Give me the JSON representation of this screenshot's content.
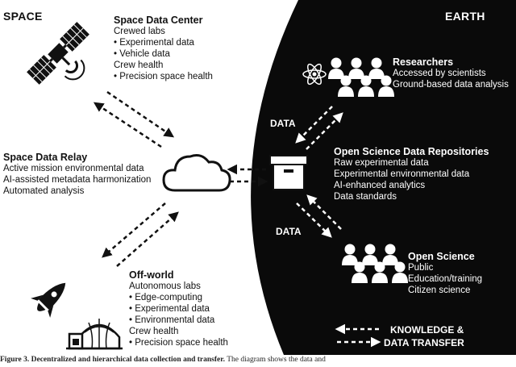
{
  "headers": {
    "space": "SPACE",
    "earth": "EARTH"
  },
  "space_data_center": {
    "title": "Space Data Center",
    "lines": [
      "Crewed labs",
      "Experimental data",
      "Vehicle data",
      "Crew health",
      "Precision space health"
    ],
    "bullets": [
      false,
      true,
      true,
      false,
      true
    ]
  },
  "space_data_relay": {
    "title": "Space Data Relay",
    "lines": [
      "Active mission environmental data",
      "AI-assisted metadata harmonization",
      "Automated analysis"
    ]
  },
  "off_world": {
    "title": "Off-world",
    "lines": [
      "Autonomous labs",
      "Edge-computing",
      "Experimental data",
      "Environmental data",
      "Crew health",
      "Precision space health"
    ],
    "bullets": [
      false,
      true,
      true,
      true,
      false,
      true
    ]
  },
  "researchers": {
    "title": "Researchers",
    "lines": [
      "Accessed by scientists",
      "Ground-based data analysis"
    ]
  },
  "repositories": {
    "title": "Open Science Data Repositories",
    "lines": [
      "Raw experimental data",
      "Experimental environmental data",
      "AI-enhanced analytics",
      "Data standards"
    ]
  },
  "open_science": {
    "title": "Open Science",
    "lines": [
      "Public",
      "Education/training",
      "Citizen science"
    ]
  },
  "data_labels": [
    "DATA",
    "DATA"
  ],
  "legend": {
    "line1": "KNOWLEDGE &",
    "line2": "DATA TRANSFER"
  },
  "caption": {
    "bold": "Figure 3. Decentralized and hierarchical data collection and transfer.",
    "rest": " The diagram shows the data and"
  },
  "colors": {
    "earth_bg": "#0a0a0a",
    "space_bg": "#ffffff"
  },
  "icons": [
    "satellite-icon",
    "cloud-icon",
    "rocket-icon",
    "habitat-dome-icon",
    "atom-icon",
    "people-group-icon",
    "archive-box-icon"
  ]
}
